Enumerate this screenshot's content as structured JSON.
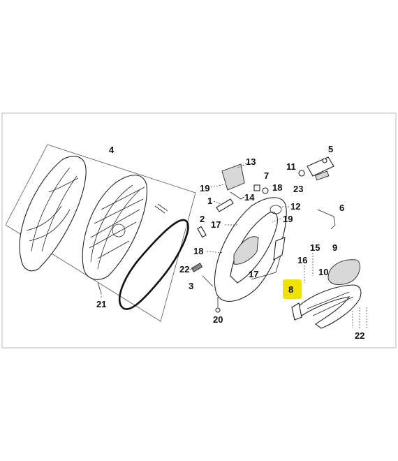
{
  "highlight": {
    "color": "#f2e200",
    "part_label": "8"
  },
  "callouts": [
    {
      "id": "1",
      "label": "1"
    },
    {
      "id": "2",
      "label": "2"
    },
    {
      "id": "3",
      "label": "3"
    },
    {
      "id": "4",
      "label": "4"
    },
    {
      "id": "5",
      "label": "5"
    },
    {
      "id": "6",
      "label": "6"
    },
    {
      "id": "7",
      "label": "7"
    },
    {
      "id": "8",
      "label": "8"
    },
    {
      "id": "9",
      "label": "9"
    },
    {
      "id": "10",
      "label": "10"
    },
    {
      "id": "11",
      "label": "11"
    },
    {
      "id": "12",
      "label": "12"
    },
    {
      "id": "13",
      "label": "13"
    },
    {
      "id": "14",
      "label": "14"
    },
    {
      "id": "15",
      "label": "15"
    },
    {
      "id": "16",
      "label": "16"
    },
    {
      "id": "17a",
      "label": "17"
    },
    {
      "id": "17b",
      "label": "17"
    },
    {
      "id": "18a",
      "label": "18"
    },
    {
      "id": "18b",
      "label": "18"
    },
    {
      "id": "19a",
      "label": "19"
    },
    {
      "id": "19b",
      "label": "19"
    },
    {
      "id": "20",
      "label": "20"
    },
    {
      "id": "21",
      "label": "21"
    },
    {
      "id": "22a",
      "label": "22"
    },
    {
      "id": "22b",
      "label": "22"
    },
    {
      "id": "23",
      "label": "23"
    }
  ]
}
